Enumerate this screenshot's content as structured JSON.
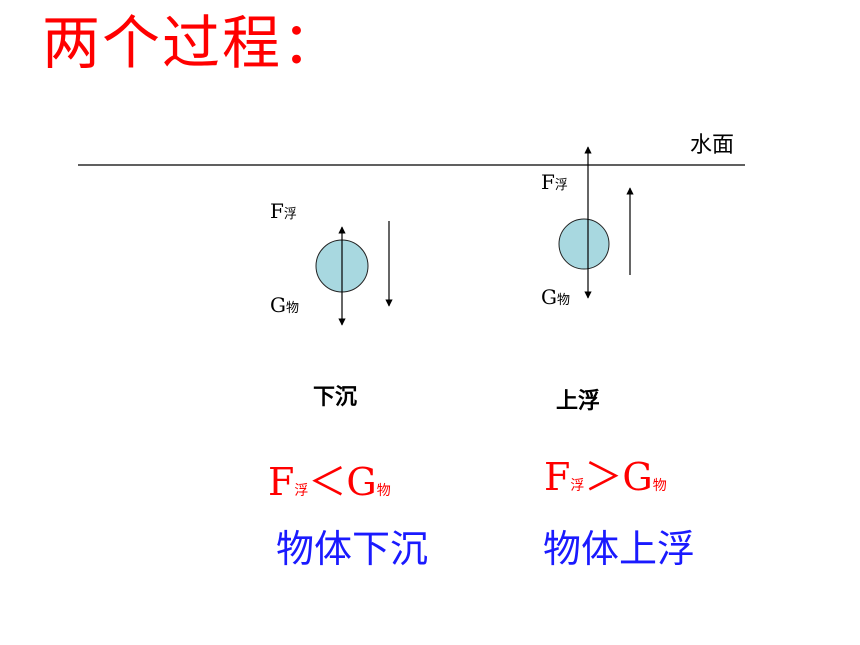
{
  "title": "两个过程：",
  "water_surface_label": "水面",
  "left_process": {
    "buoyancy_label": "F",
    "buoyancy_sub": "浮",
    "gravity_label": "G",
    "gravity_sub": "物",
    "caption": "下沉",
    "comparison": {
      "left": "F",
      "left_sub": "浮",
      "symbol": "＜",
      "right": "G",
      "right_sub": "物"
    },
    "conclusion": "物体下沉"
  },
  "right_process": {
    "buoyancy_label": "F",
    "buoyancy_sub": "浮",
    "gravity_label": "G",
    "gravity_sub": "物",
    "caption": "上浮",
    "comparison": {
      "left": "F",
      "left_sub": "浮",
      "symbol": "＞",
      "right": "G",
      "right_sub": "物"
    },
    "conclusion": "物体上浮"
  },
  "colors": {
    "title": "#ff0000",
    "comparison": "#ff0000",
    "conclusion": "#1a1aff",
    "ball_fill": "#a8d8e0",
    "line": "#000000"
  }
}
